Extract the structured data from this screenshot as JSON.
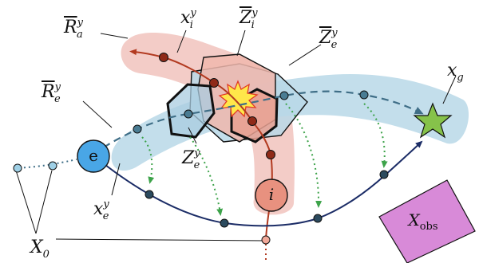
{
  "labels": {
    "R_a": {
      "main": "R",
      "sup": "y",
      "sub": "a",
      "bar": true
    },
    "x_i": {
      "main": "x",
      "sup": "y",
      "sub": "i",
      "bar": false
    },
    "Z_i": {
      "main": "Z",
      "sup": "y",
      "sub": "i",
      "bar": true
    },
    "Z_e_bar": {
      "main": "Z",
      "sup": "y",
      "sub": "e",
      "bar": true
    },
    "x_g": {
      "main": "x",
      "sup": "",
      "sub": "g",
      "bar": false
    },
    "R_e": {
      "main": "R",
      "sup": "y",
      "sub": "e",
      "bar": true
    },
    "Z_e": {
      "main": "Z",
      "sup": "y",
      "sub": "e",
      "bar": false
    },
    "x_e": {
      "main": "x",
      "sup": "y",
      "sub": "e",
      "bar": false
    },
    "X_0": {
      "main": "X",
      "sup": "",
      "sub": "0",
      "bar": false
    },
    "X_obs": {
      "main": "X",
      "sup": "",
      "sub": "obs",
      "bar": false
    }
  },
  "nodes": {
    "ego": "e",
    "other": "i"
  },
  "colors": {
    "ego_fill": "#49a6e6",
    "other_fill": "#e8917f",
    "goal_fill": "#86c24a",
    "obstacle_fill": "#d88ad8",
    "ego_region": "#b9d8e8",
    "agent_region": "#f1c3bd",
    "ego_path": "#1b2c66",
    "other_path": "#b23a20",
    "plan_path": "#3f6e87",
    "reset_arrow": "#3da34a"
  }
}
